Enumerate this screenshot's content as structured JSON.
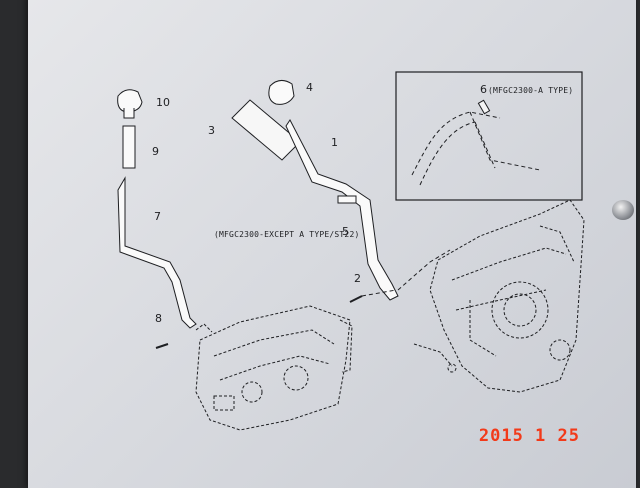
{
  "parts": [
    {
      "id": "part-10",
      "number": "10"
    },
    {
      "id": "part-9",
      "number": "9"
    },
    {
      "id": "part-7",
      "number": "7"
    },
    {
      "id": "part-8",
      "number": "8"
    },
    {
      "id": "part-3",
      "number": "3"
    },
    {
      "id": "part-4",
      "number": "4"
    },
    {
      "id": "part-1",
      "number": "1"
    },
    {
      "id": "part-5",
      "number": "5"
    },
    {
      "id": "part-2",
      "number": "2"
    },
    {
      "id": "part-6",
      "number": "6"
    }
  ],
  "captions": {
    "inset_type": "(MFGC2300-A TYPE)",
    "except_type": "(MFGC2300-EXCEPT A TYPE/ST22)"
  },
  "date_stamp": "2015  1 25",
  "colors": {
    "page": "#dcdee3",
    "ink": "#1e1f22",
    "stamp": "#f23a1a"
  }
}
